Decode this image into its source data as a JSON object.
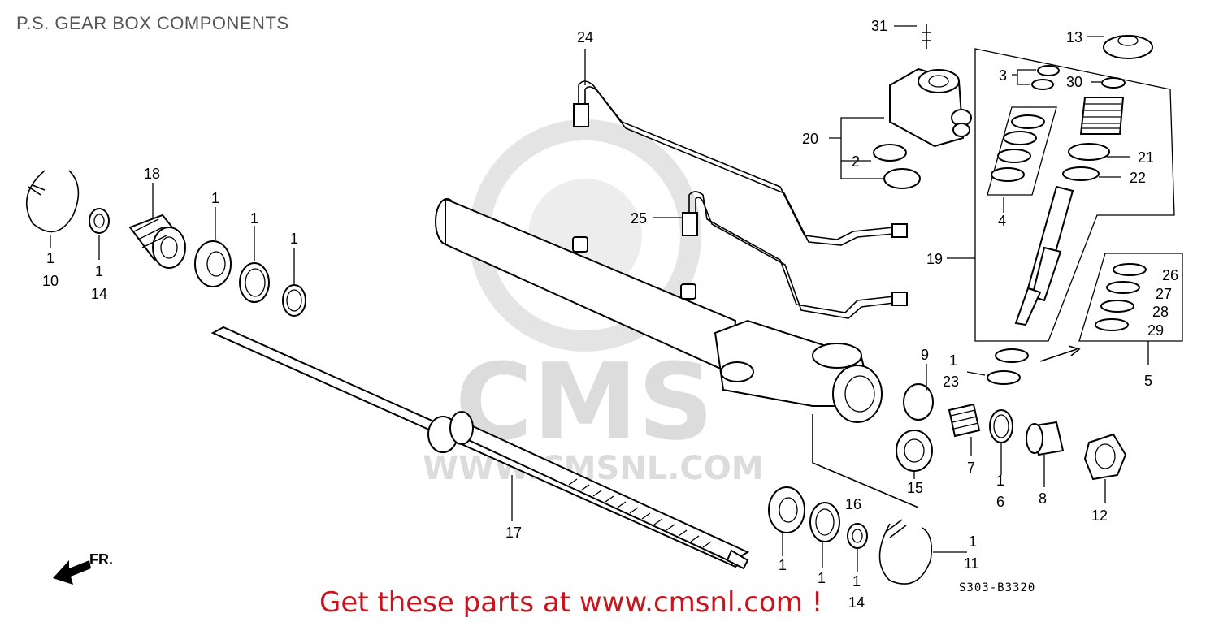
{
  "title": "P.S. GEAR BOX COMPONENTS",
  "footer_text": "Get these parts at www.cmsnl.com !",
  "diagram_code": "S303-B3320",
  "watermark": {
    "logo_text": "CMS",
    "url_text": "WWW.CMSNL.COM"
  },
  "direction_label": "FR.",
  "callouts": {
    "c1_10": "1",
    "c10": "10",
    "c1_14a": "1",
    "c14a": "14",
    "c18": "18",
    "c1_a": "1",
    "c1_b": "1",
    "c1_c": "1",
    "c17": "17",
    "c24": "24",
    "c25": "25",
    "c31": "31",
    "c20": "20",
    "c2": "2",
    "c13": "13",
    "c3": "3",
    "c30": "30",
    "c21": "21",
    "c22": "22",
    "c4": "4",
    "c19": "19",
    "c26": "26",
    "c27": "27",
    "c28": "28",
    "c29": "29",
    "c5": "5",
    "c9": "9",
    "c1_23": "1",
    "c23": "23",
    "c7": "7",
    "c1_6": "1",
    "c6": "6",
    "c8": "8",
    "c12": "12",
    "c16": "16",
    "c15": "15",
    "c1_d": "1",
    "c1_e": "1",
    "c1_14b": "1",
    "c14b": "14",
    "c1_11": "1",
    "c11": "11"
  },
  "colors": {
    "footer": "#c8141e",
    "watermark": "#d9d9d9",
    "line": "#000000"
  }
}
